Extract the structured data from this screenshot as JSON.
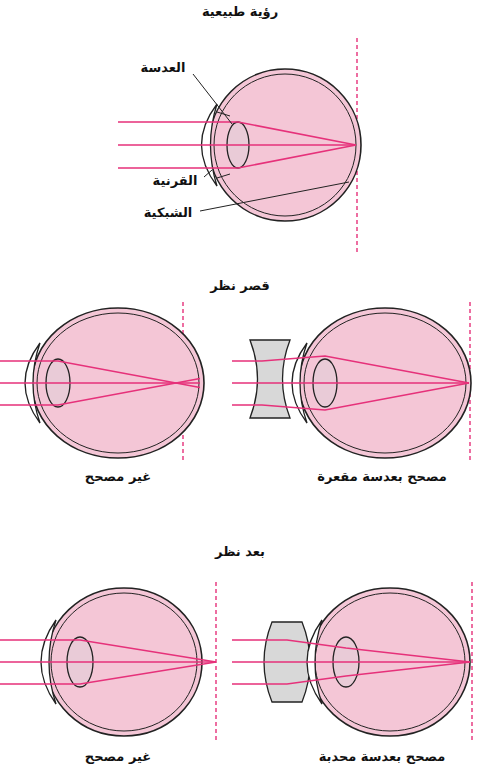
{
  "diagram": {
    "labels": [
      "رؤية طبيعية",
      "العدسة",
      "القرنية",
      "الشبكية",
      "قصر نظر",
      "غير مصحح",
      "مصحح بعدسة مقعرة",
      "بعد نظر",
      "غير مصحح",
      "مصحح بعدسة محدبة"
    ]
  }
}
